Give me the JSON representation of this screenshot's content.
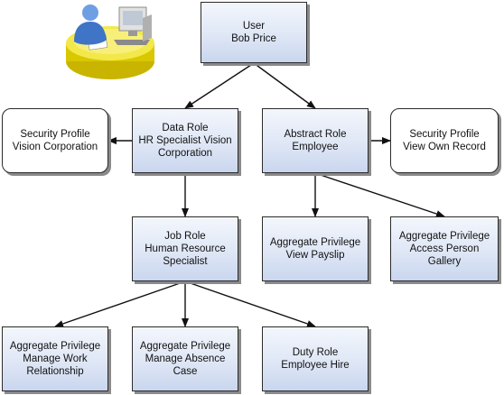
{
  "nodes": {
    "user": [
      "User",
      "Bob Price"
    ],
    "data_role": [
      "Data Role",
      "HR Specialist Vision",
      "Corporation"
    ],
    "abstract_role": [
      "Abstract Role",
      "Employee"
    ],
    "security_profile_vision": [
      "Security Profile",
      "Vision Corporation"
    ],
    "security_profile_own": [
      "Security Profile",
      "View Own Record"
    ],
    "job_role": [
      "Job Role",
      "Human Resource",
      "Specialist"
    ],
    "agg_view_payslip": [
      "Aggregate Privilege",
      "View Payslip"
    ],
    "agg_access_gallery": [
      "Aggregate Privilege",
      "Access Person",
      "Gallery"
    ],
    "agg_work_relationship": [
      "Aggregate Privilege",
      "Manage Work",
      "Relationship"
    ],
    "agg_absence_case": [
      "Aggregate Privilege",
      "Manage Absence",
      "Case"
    ],
    "duty_employee_hire": [
      "Duty Role",
      "Employee Hire"
    ]
  },
  "edges": [
    [
      "user",
      "data_role"
    ],
    [
      "user",
      "abstract_role"
    ],
    [
      "data_role",
      "security_profile_vision"
    ],
    [
      "abstract_role",
      "security_profile_own"
    ],
    [
      "data_role",
      "job_role"
    ],
    [
      "abstract_role",
      "agg_view_payslip"
    ],
    [
      "abstract_role",
      "agg_access_gallery"
    ],
    [
      "job_role",
      "agg_work_relationship"
    ],
    [
      "job_role",
      "agg_absence_case"
    ],
    [
      "job_role",
      "duty_employee_hire"
    ]
  ],
  "icon": "user-at-computer-icon"
}
